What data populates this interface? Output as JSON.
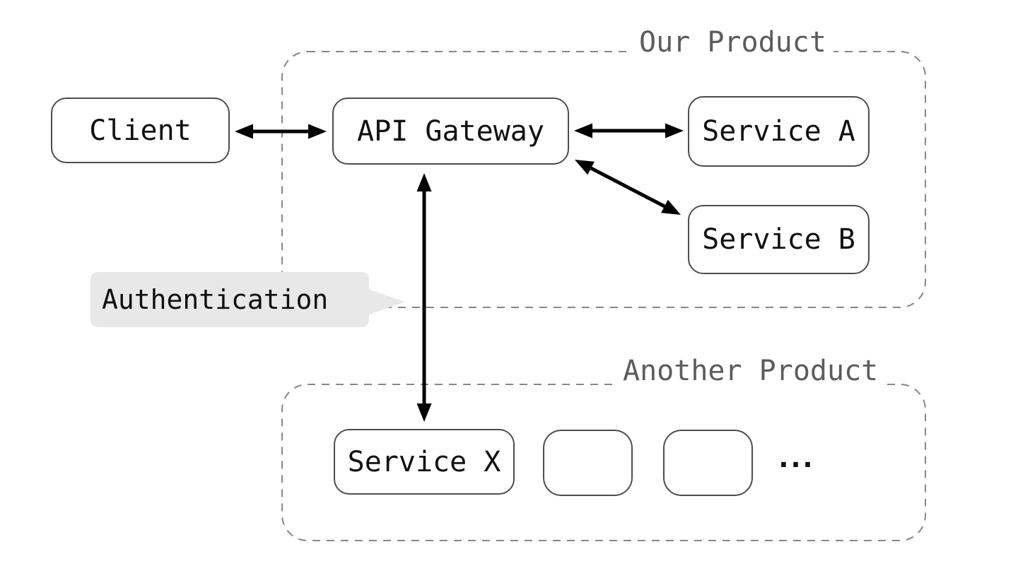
{
  "groups": {
    "our_product": {
      "label": "Our Product"
    },
    "another_product": {
      "label": "Another Product"
    }
  },
  "nodes": {
    "client": {
      "label": "Client"
    },
    "api_gateway": {
      "label": "API Gateway"
    },
    "service_a": {
      "label": "Service A"
    },
    "service_b": {
      "label": "Service B"
    },
    "service_x": {
      "label": "Service X"
    },
    "placeholder_1": {
      "label": ""
    },
    "placeholder_2": {
      "label": ""
    },
    "more_indicator": {
      "label": "..."
    }
  },
  "callout": {
    "label": "Authentication"
  },
  "edges": [
    {
      "from": "Client",
      "to": "API Gateway",
      "style": "double-arrow"
    },
    {
      "from": "API Gateway",
      "to": "Service A",
      "style": "double-arrow"
    },
    {
      "from": "API Gateway",
      "to": "Service B",
      "style": "double-arrow"
    },
    {
      "from": "API Gateway",
      "to": "Service X",
      "style": "double-arrow"
    }
  ],
  "colors": {
    "background": "#ffffff",
    "node_border": "#4d4d4d",
    "node_text": "#111111",
    "group_border": "#878787",
    "group_label_text": "#5c5c5c",
    "arrow": "#000000",
    "callout_background": "#e8e8e8"
  }
}
